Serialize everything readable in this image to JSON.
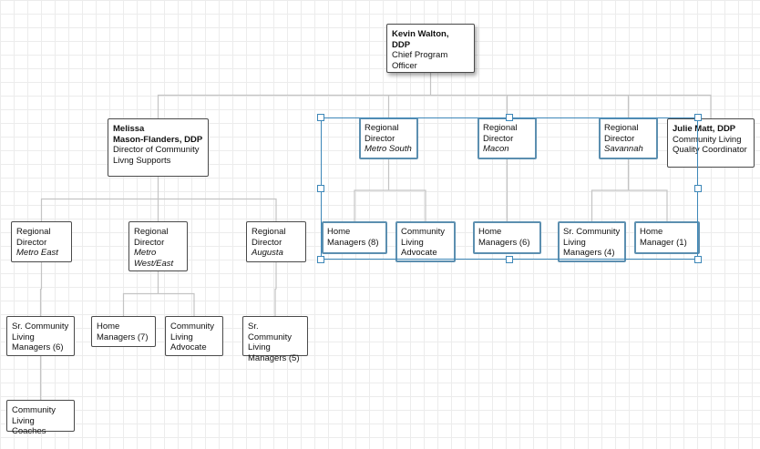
{
  "org_chart": {
    "nodes": [
      {
        "id": "kevin",
        "lines": [
          {
            "t": "Kevin Walton, DDP",
            "s": "b"
          },
          {
            "t": "Chief Program"
          },
          {
            "t": "Officer"
          }
        ]
      },
      {
        "id": "melissa",
        "lines": [
          {
            "t": "Melissa",
            "s": "b"
          },
          {
            "t": "Mason-Flanders, DDP",
            "s": "b"
          },
          {
            "t": "Director of Community"
          },
          {
            "t": "Livng Supports"
          }
        ]
      },
      {
        "id": "rd-metro-south",
        "lines": [
          {
            "t": "Regional"
          },
          {
            "t": "Director"
          },
          {
            "t": "Metro South",
            "s": "i"
          }
        ]
      },
      {
        "id": "rd-macon",
        "lines": [
          {
            "t": "Regional"
          },
          {
            "t": "Director"
          },
          {
            "t": "Macon",
            "s": "i"
          }
        ]
      },
      {
        "id": "rd-savannah",
        "lines": [
          {
            "t": "Regional"
          },
          {
            "t": "Director"
          },
          {
            "t": "Savannah",
            "s": "i"
          }
        ]
      },
      {
        "id": "julie",
        "lines": [
          {
            "t": "Julie Matt, DDP",
            "s": "b"
          },
          {
            "t": "Community Living"
          },
          {
            "t": "Quality Coordinator"
          }
        ]
      },
      {
        "id": "rd-metro-east",
        "lines": [
          {
            "t": "Regional"
          },
          {
            "t": "Director"
          },
          {
            "t": "Metro East",
            "s": "i"
          }
        ]
      },
      {
        "id": "rd-metro-west-east",
        "lines": [
          {
            "t": "Regional"
          },
          {
            "t": "Director"
          },
          {
            "t": "Metro",
            "s": "i"
          },
          {
            "t": "West/East",
            "s": "i"
          }
        ]
      },
      {
        "id": "rd-augusta",
        "lines": [
          {
            "t": "Regional"
          },
          {
            "t": "Director"
          },
          {
            "t": "Augusta",
            "s": "i"
          }
        ]
      },
      {
        "id": "home-managers-8",
        "lines": [
          {
            "t": "Home"
          },
          {
            "t": "Managers (8)"
          }
        ]
      },
      {
        "id": "cla-metro-south",
        "lines": [
          {
            "t": "Community"
          },
          {
            "t": "Living"
          },
          {
            "t": "Advocate"
          }
        ]
      },
      {
        "id": "home-managers-6",
        "lines": [
          {
            "t": "Home"
          },
          {
            "t": "Managers (6)"
          }
        ]
      },
      {
        "id": "sr-clm-4",
        "lines": [
          {
            "t": "Sr. Community"
          },
          {
            "t": "Living"
          },
          {
            "t": "Managers (4)"
          }
        ]
      },
      {
        "id": "home-manager-1",
        "lines": [
          {
            "t": "Home"
          },
          {
            "t": "Manager (1)"
          }
        ]
      },
      {
        "id": "sr-clm-6",
        "lines": [
          {
            "t": "Sr. Community"
          },
          {
            "t": "Living"
          },
          {
            "t": "Managers (6)"
          }
        ]
      },
      {
        "id": "home-managers-7",
        "lines": [
          {
            "t": "Home"
          },
          {
            "t": "Managers (7)"
          }
        ]
      },
      {
        "id": "cla-metro-west",
        "lines": [
          {
            "t": "Community"
          },
          {
            "t": "Living"
          },
          {
            "t": "Advocate"
          }
        ]
      },
      {
        "id": "sr-clm-5",
        "lines": [
          {
            "t": "Sr. Community"
          },
          {
            "t": "Living"
          },
          {
            "t": "Managers (5)"
          }
        ]
      },
      {
        "id": "cl-coaches",
        "lines": [
          {
            "t": "Community"
          },
          {
            "t": "Living Coaches"
          }
        ]
      }
    ],
    "edges": [
      [
        "kevin",
        "melissa"
      ],
      [
        "kevin",
        "rd-metro-south"
      ],
      [
        "kevin",
        "rd-macon"
      ],
      [
        "kevin",
        "rd-savannah"
      ],
      [
        "kevin",
        "julie"
      ],
      [
        "melissa",
        "rd-metro-east"
      ],
      [
        "melissa",
        "rd-metro-west-east"
      ],
      [
        "melissa",
        "rd-augusta"
      ],
      [
        "rd-metro-south",
        "home-managers-8"
      ],
      [
        "rd-metro-south",
        "cla-metro-south"
      ],
      [
        "rd-macon",
        "home-managers-6"
      ],
      [
        "rd-savannah",
        "sr-clm-4"
      ],
      [
        "rd-savannah",
        "home-manager-1"
      ],
      [
        "rd-metro-east",
        "sr-clm-6"
      ],
      [
        "rd-metro-west-east",
        "home-managers-7"
      ],
      [
        "rd-metro-west-east",
        "cla-metro-west"
      ],
      [
        "rd-augusta",
        "sr-clm-5"
      ],
      [
        "sr-clm-6",
        "cl-coaches"
      ]
    ]
  },
  "colors": {
    "connector": "#c4c4c4",
    "border": "#4a4a4a",
    "selection": "#3d87b8",
    "selected_border": "#5c8fb0"
  }
}
